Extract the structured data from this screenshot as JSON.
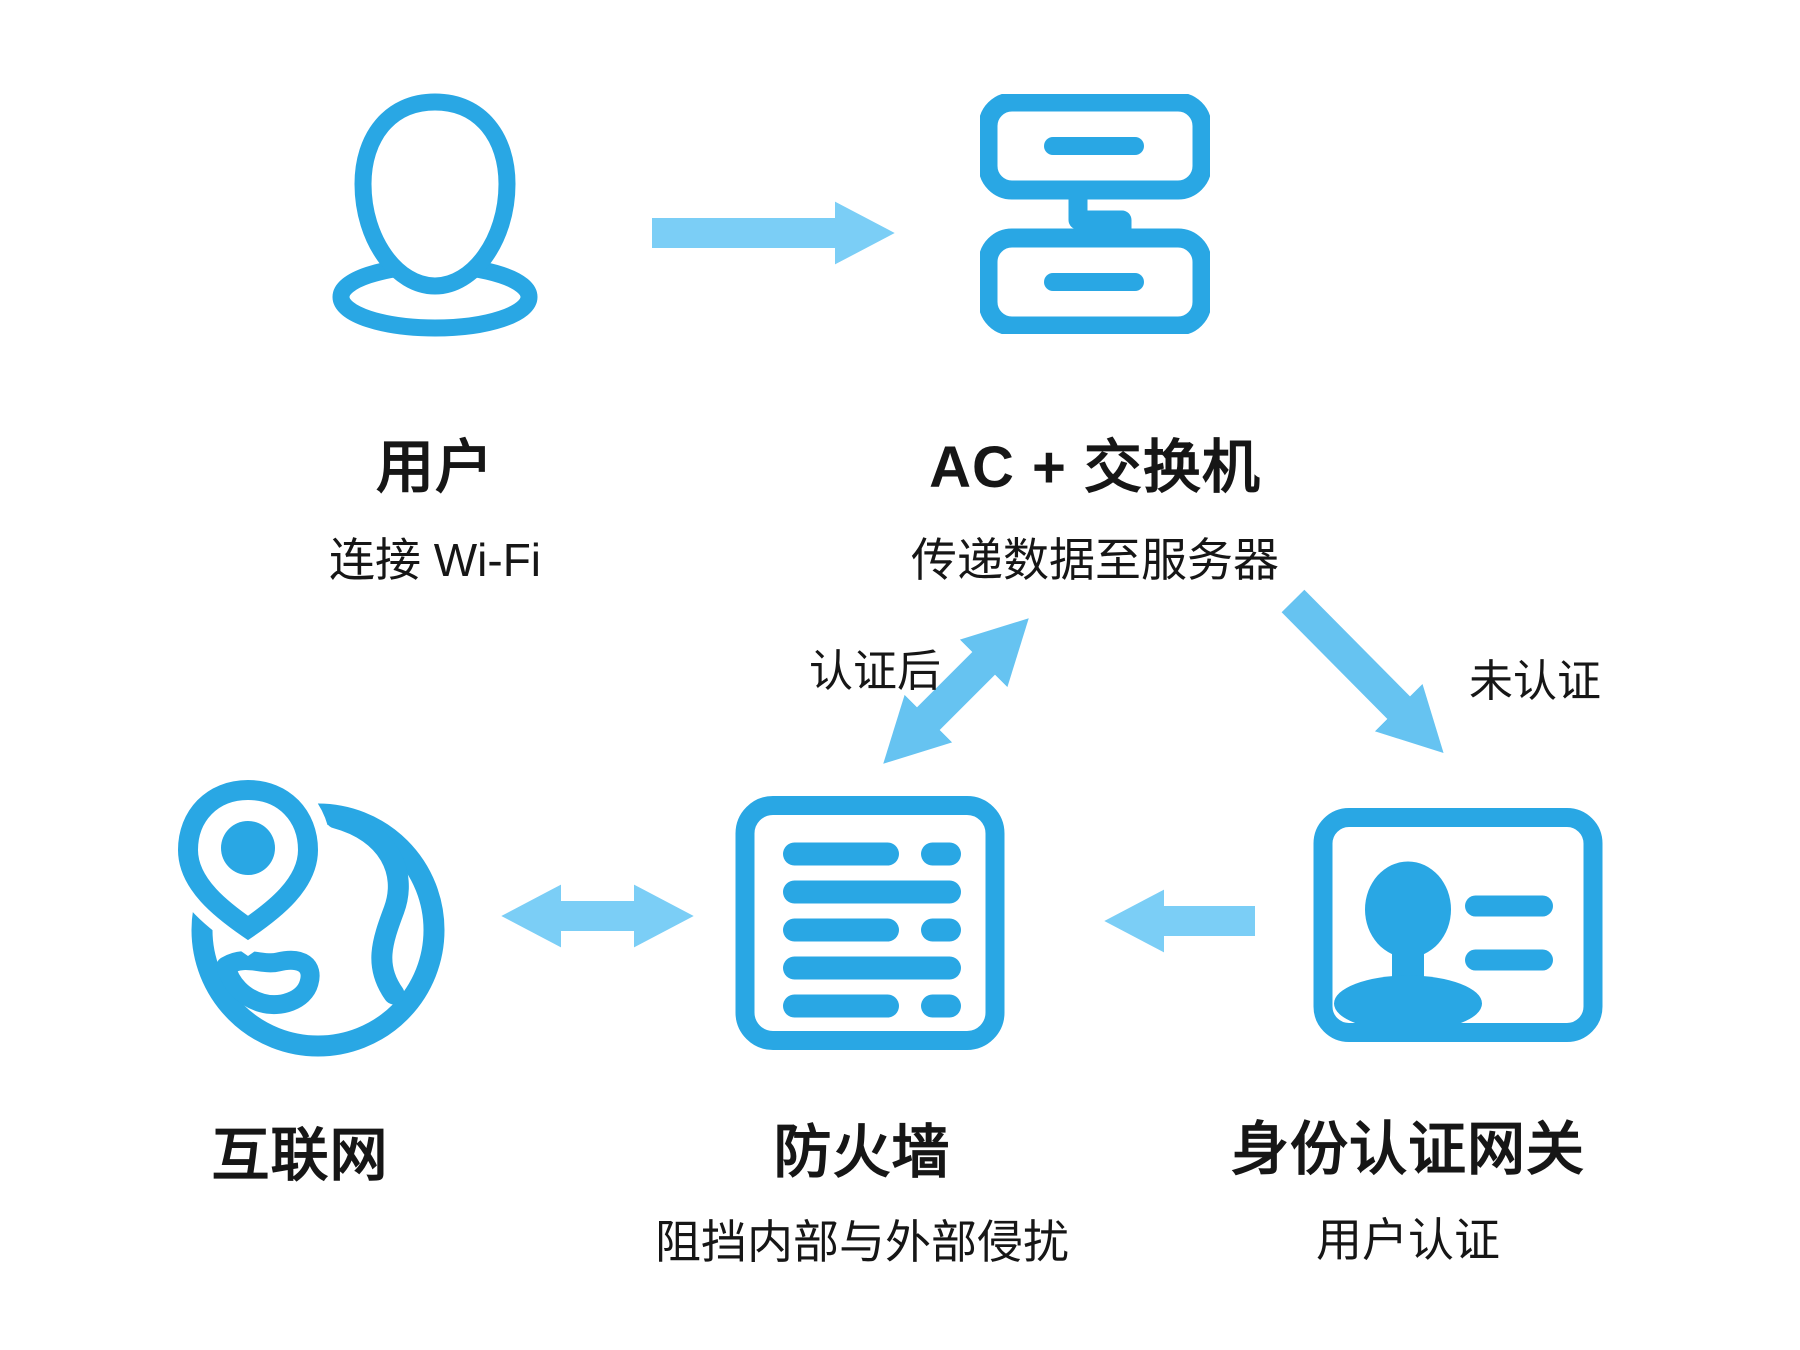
{
  "diagram": {
    "background": "#ffffff",
    "palette": {
      "icon_blue": "#29A7E4",
      "arrow_light_blue": "#7BCEF6",
      "arrow_deep_blue": "#66C3F1",
      "text_color": "#161616"
    },
    "nodes": {
      "user": {
        "title": "用户",
        "subtitle": "连接 Wi-Fi",
        "icon": "person-icon"
      },
      "ac_switch": {
        "title": "AC + 交换机",
        "subtitle": "传递数据至服务器",
        "icon": "switch-stack-icon"
      },
      "internet": {
        "title": "互联网",
        "subtitle": "",
        "icon": "globe-location-icon"
      },
      "firewall": {
        "title": "防火墙",
        "subtitle": "阻挡内部与外部侵扰",
        "icon": "firewall-icon"
      },
      "auth_gateway": {
        "title": "身份认证网关",
        "subtitle": "用户认证",
        "icon": "id-card-icon"
      }
    },
    "edges": {
      "user_to_ac_switch": {
        "label": "",
        "type": "one-way"
      },
      "ac_switch_to_firewall": {
        "label": "认证后",
        "type": "two-way"
      },
      "ac_switch_to_auth_gateway": {
        "label": "未认证",
        "type": "one-way"
      },
      "auth_gateway_to_firewall": {
        "label": "",
        "type": "one-way"
      },
      "firewall_to_internet": {
        "label": "",
        "type": "two-way"
      }
    }
  }
}
